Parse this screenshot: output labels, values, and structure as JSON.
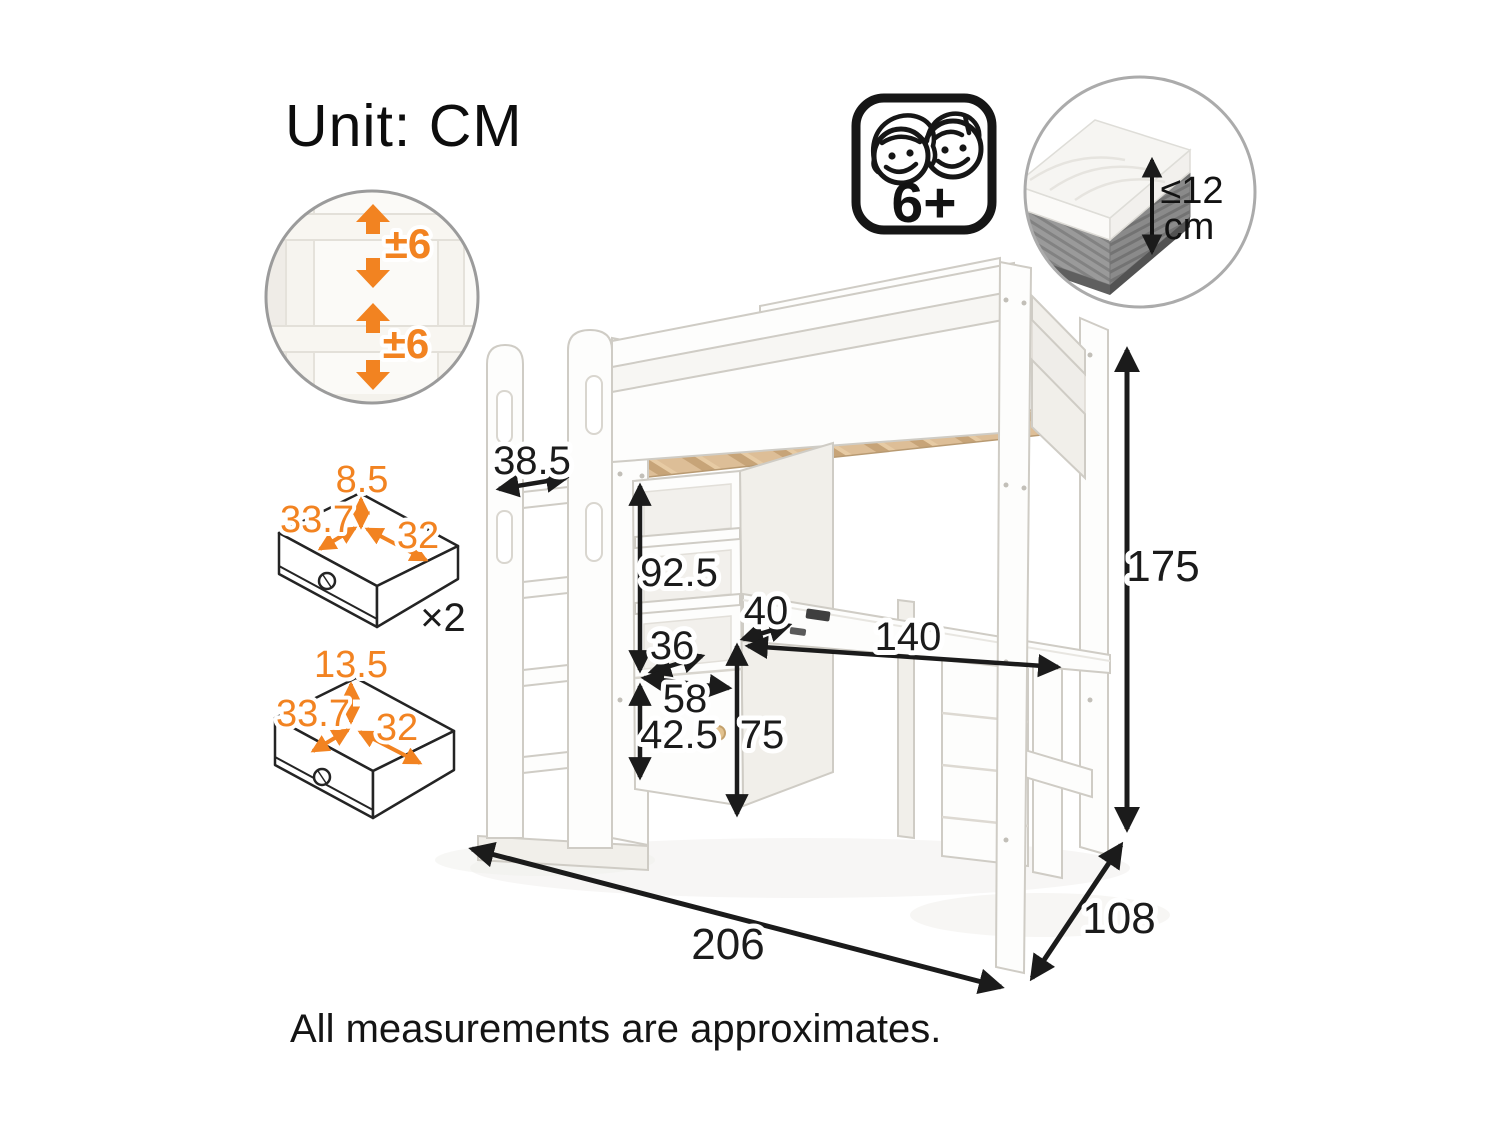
{
  "title": "Unit: CM",
  "footnote": "All measurements are approximates.",
  "age_badge": {
    "label": "6+"
  },
  "mattress_badge": {
    "thickness": "≤12",
    "unit": "cm"
  },
  "ladder_inset": {
    "adjust_top": "±6",
    "adjust_bottom": "±6"
  },
  "small_drawer": {
    "height": "8.5",
    "depth": "33.7",
    "width": "32",
    "quantity": "×2"
  },
  "large_drawer": {
    "height": "13.5",
    "depth": "33.7",
    "width": "32"
  },
  "dimensions": {
    "ladder_depth": "38.5",
    "shelf_height": "92.5",
    "shelf_depth": "36",
    "shelf_width": "58",
    "lower_cabinet_height": "42.5",
    "desk_depth": "40",
    "desk_length": "140",
    "desk_height": "75",
    "overall_height": "175",
    "overall_length": "206",
    "overall_depth": "108"
  },
  "colors": {
    "accent_orange": "#F28321",
    "ink": "#1B1B1B",
    "slats": "#DDBE97",
    "inset_border": "#9B9B9B"
  }
}
